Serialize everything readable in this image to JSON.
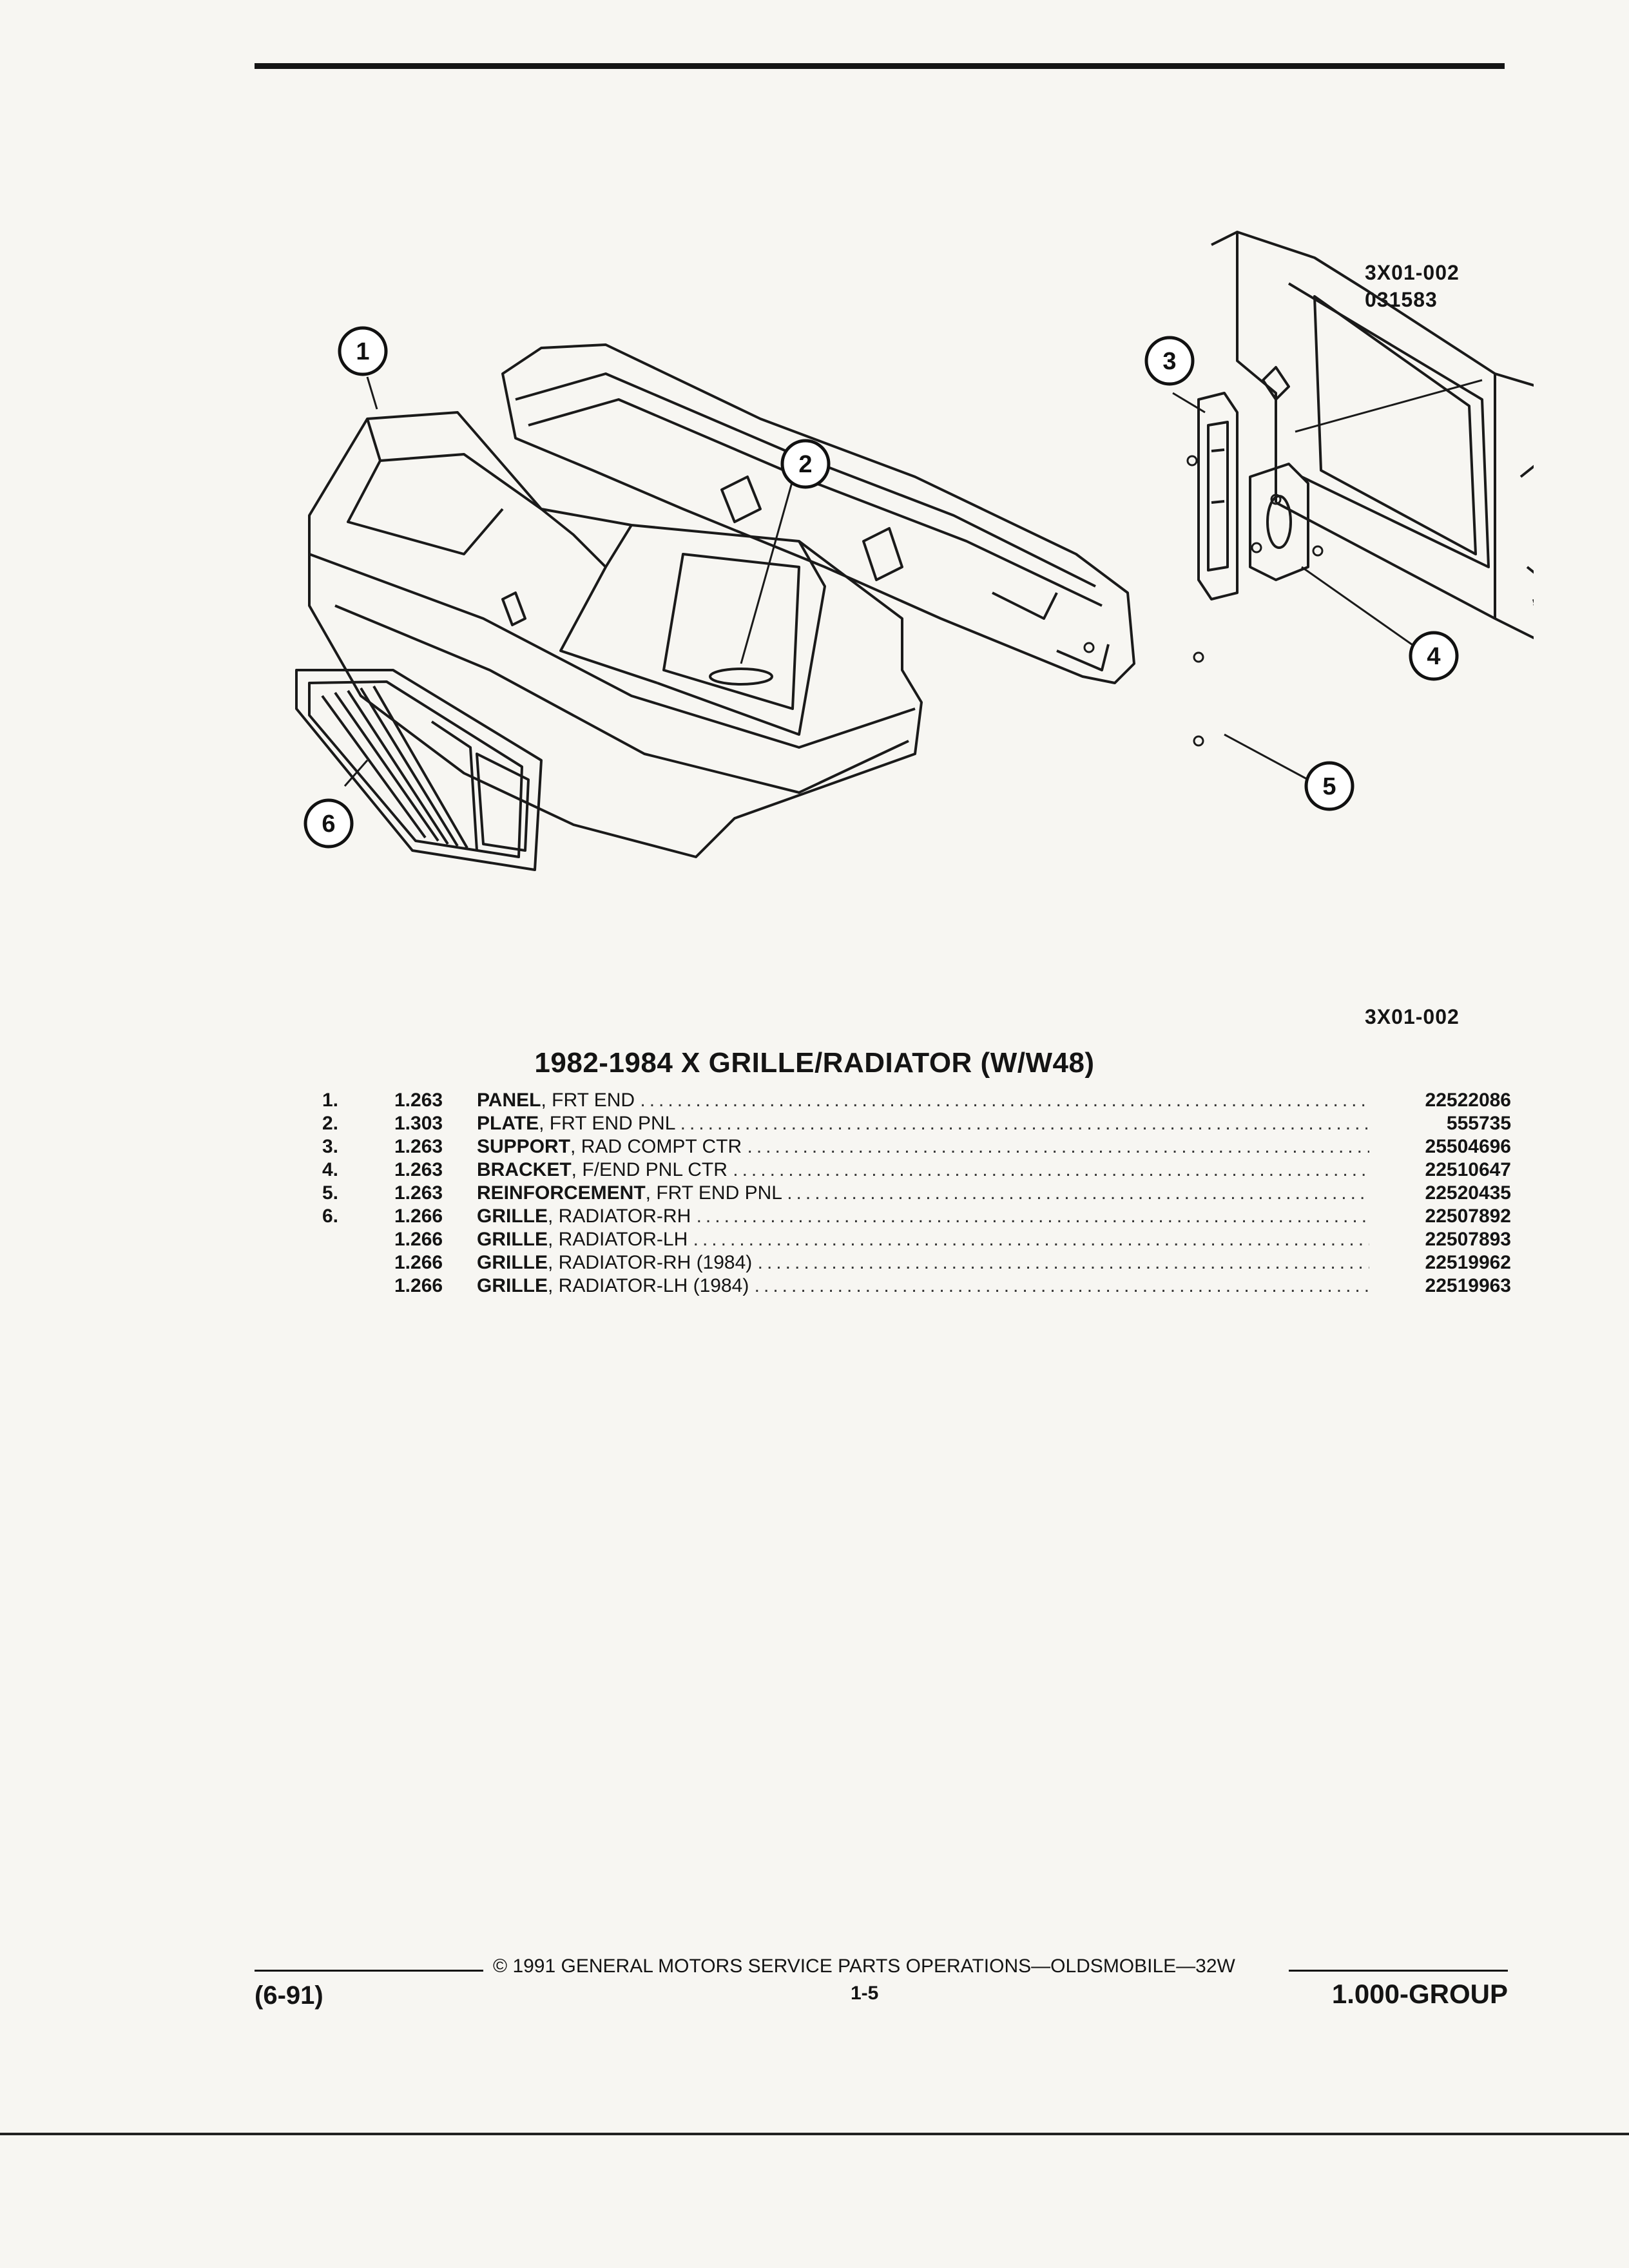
{
  "figure": {
    "code": "3X01-002",
    "date_code": "031583",
    "caption_code": "3X01-002",
    "callouts": [
      "1",
      "2",
      "3",
      "4",
      "5",
      "6"
    ]
  },
  "title": "1982-1984 X GRILLE/RADIATOR (W/W48)",
  "parts": [
    {
      "num": "1.",
      "ref": "1.263",
      "name": "PANEL",
      "desc": ", FRT END",
      "pn": "22522086"
    },
    {
      "num": "2.",
      "ref": "1.303",
      "name": "PLATE",
      "desc": ", FRT END PNL",
      "pn": "555735"
    },
    {
      "num": "3.",
      "ref": "1.263",
      "name": "SUPPORT",
      "desc": ", RAD COMPT CTR",
      "pn": "25504696"
    },
    {
      "num": "4.",
      "ref": "1.263",
      "name": "BRACKET",
      "desc": ", F/END PNL CTR",
      "pn": "22510647"
    },
    {
      "num": "5.",
      "ref": "1.263",
      "name": "REINFORCEMENT",
      "desc": ", FRT END PNL",
      "pn": "22520435"
    },
    {
      "num": "6.",
      "ref": "1.266",
      "name": "GRILLE",
      "desc": ", RADIATOR-RH",
      "pn": "22507892"
    },
    {
      "num": "",
      "ref": "1.266",
      "name": "GRILLE",
      "desc": ", RADIATOR-LH",
      "pn": "22507893"
    },
    {
      "num": "",
      "ref": "1.266",
      "name": "GRILLE",
      "desc": ", RADIATOR-RH (1984)",
      "pn": "22519962"
    },
    {
      "num": "",
      "ref": "1.266",
      "name": "GRILLE",
      "desc": ", RADIATOR-LH (1984)",
      "pn": "22519963"
    }
  ],
  "footer": {
    "copyright": "© 1991 GENERAL MOTORS SERVICE PARTS OPERATIONS—OLDSMOBILE—32W",
    "date_code": "(6-91)",
    "page": "1-5",
    "group": "1.000-GROUP"
  }
}
